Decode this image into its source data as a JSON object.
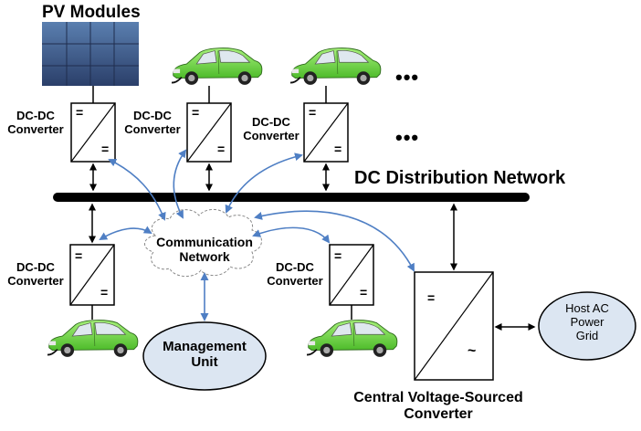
{
  "title_pv": "PV Modules",
  "network_title": "DC Distribution Network",
  "converter_label_line1": "DC-DC",
  "converter_label_line2": "Converter",
  "dc_symbol": "=",
  "ac_symbol": "~",
  "ellipsis": "•••",
  "communication": {
    "line1": "Communication",
    "line2": "Network"
  },
  "management": {
    "line1": "Management",
    "line2": "Unit"
  },
  "grid": {
    "line1": "Host AC",
    "line2": "Power",
    "line3": "Grid"
  },
  "central": {
    "line1": "Central Voltage-Sourced",
    "line2": "Converter"
  },
  "colors": {
    "ev_green": "#7cd84a",
    "comm_arrow": "#4f7fc4",
    "node_fill": "#dce6f2",
    "bus": "#000000"
  }
}
